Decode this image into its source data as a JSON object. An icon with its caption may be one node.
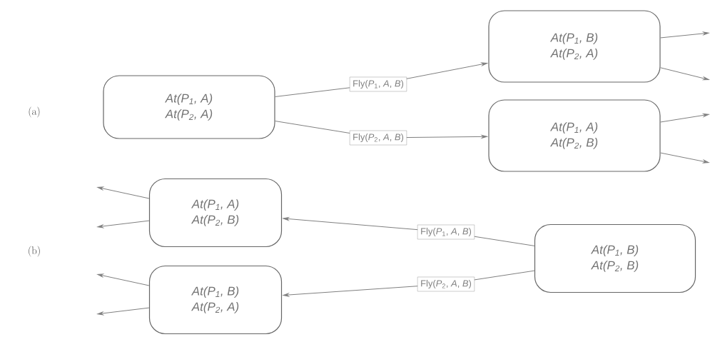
{
  "diagram": {
    "nodes": [
      {
        "text": [
          "At(P$_{1}$, A)",
          "At(P$_{2}$, A)"
        ]
      },
      {
        "text": [
          "At(P$_{1}$, B)",
          "At(P$_{2}$, A)"
        ]
      },
      {
        "text": [
          "At(P$_{1}$, A)",
          "At(P$_{2}$, B)"
        ]
      },
      {
        "text": [
          "At(P$_{1}$, A)",
          "At(P$_{2}$, B)"
        ]
      },
      {
        "text": [
          "At(P$_{1}$, B)",
          "At(P$_{2}$, A)"
        ]
      },
      {
        "text": [
          "At(P$_{1}$, B)",
          "At(P$_{2}$, B)"
        ]
      }
    ],
    "edges": [
      {
        "from": 0,
        "to": 1,
        "arrow": "to",
        "label": "Fly(*P*$_{1}$, *A*, *B*)"
      },
      {
        "from": 0,
        "to": 2,
        "arrow": "to",
        "label": "Fly(*P*$_{2}$, *A*, *B*)"
      },
      {
        "from": 1,
        "to": null,
        "arrow": "to"
      },
      {
        "from": 1,
        "to": null,
        "arrow": "to"
      },
      {
        "from": 2,
        "to": null,
        "arrow": "to"
      },
      {
        "from": 2,
        "to": null,
        "arrow": "to"
      },
      {
        "from": 5,
        "to": 3,
        "arrow": "to",
        "label": "Fly(*P*$_{1}$, *A*, *B*)"
      },
      {
        "from": 5,
        "to": 4,
        "arrow": "to",
        "label": "Fly(*P*$_{2}$, *A*, *B*)"
      },
      {
        "from": 3,
        "to": null,
        "arrow": "to"
      },
      {
        "from": 3,
        "to": null,
        "arrow": "to"
      },
      {
        "from": 4,
        "to": null,
        "arrow": "to"
      },
      {
        "from": 4,
        "to": null,
        "arrow": "to"
      }
    ],
    "labels": [
      "(a)",
      "(b)"
    ]
  }
}
